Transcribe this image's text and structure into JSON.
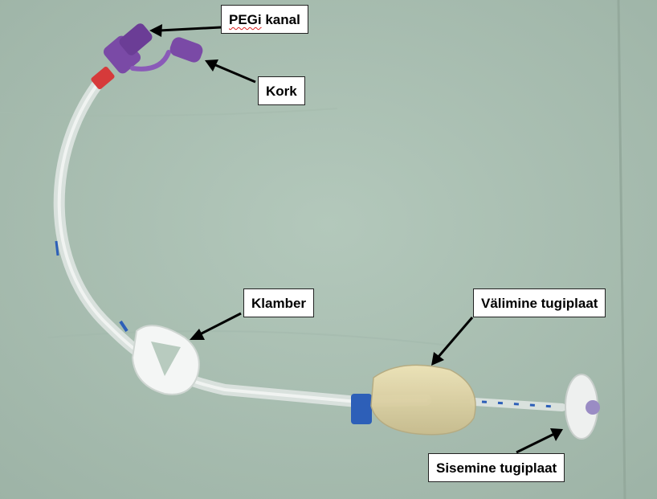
{
  "labels": {
    "pegi_part1": "PEGi",
    "pegi_part2": " kanal",
    "kork": "Kork",
    "klamber": "Klamber",
    "valimine_tugiplaat": "Välimine tugiplaat",
    "sisemine_tugiplaat": "Sisemine tugiplaat"
  },
  "colors": {
    "background_drape": "#a9bfb2",
    "connector_purple": "#7a4aa6",
    "collar_red": "#d63a3a",
    "adapter_blue": "#2d5fb8",
    "tube_clear": "#dfe5e2"
  }
}
